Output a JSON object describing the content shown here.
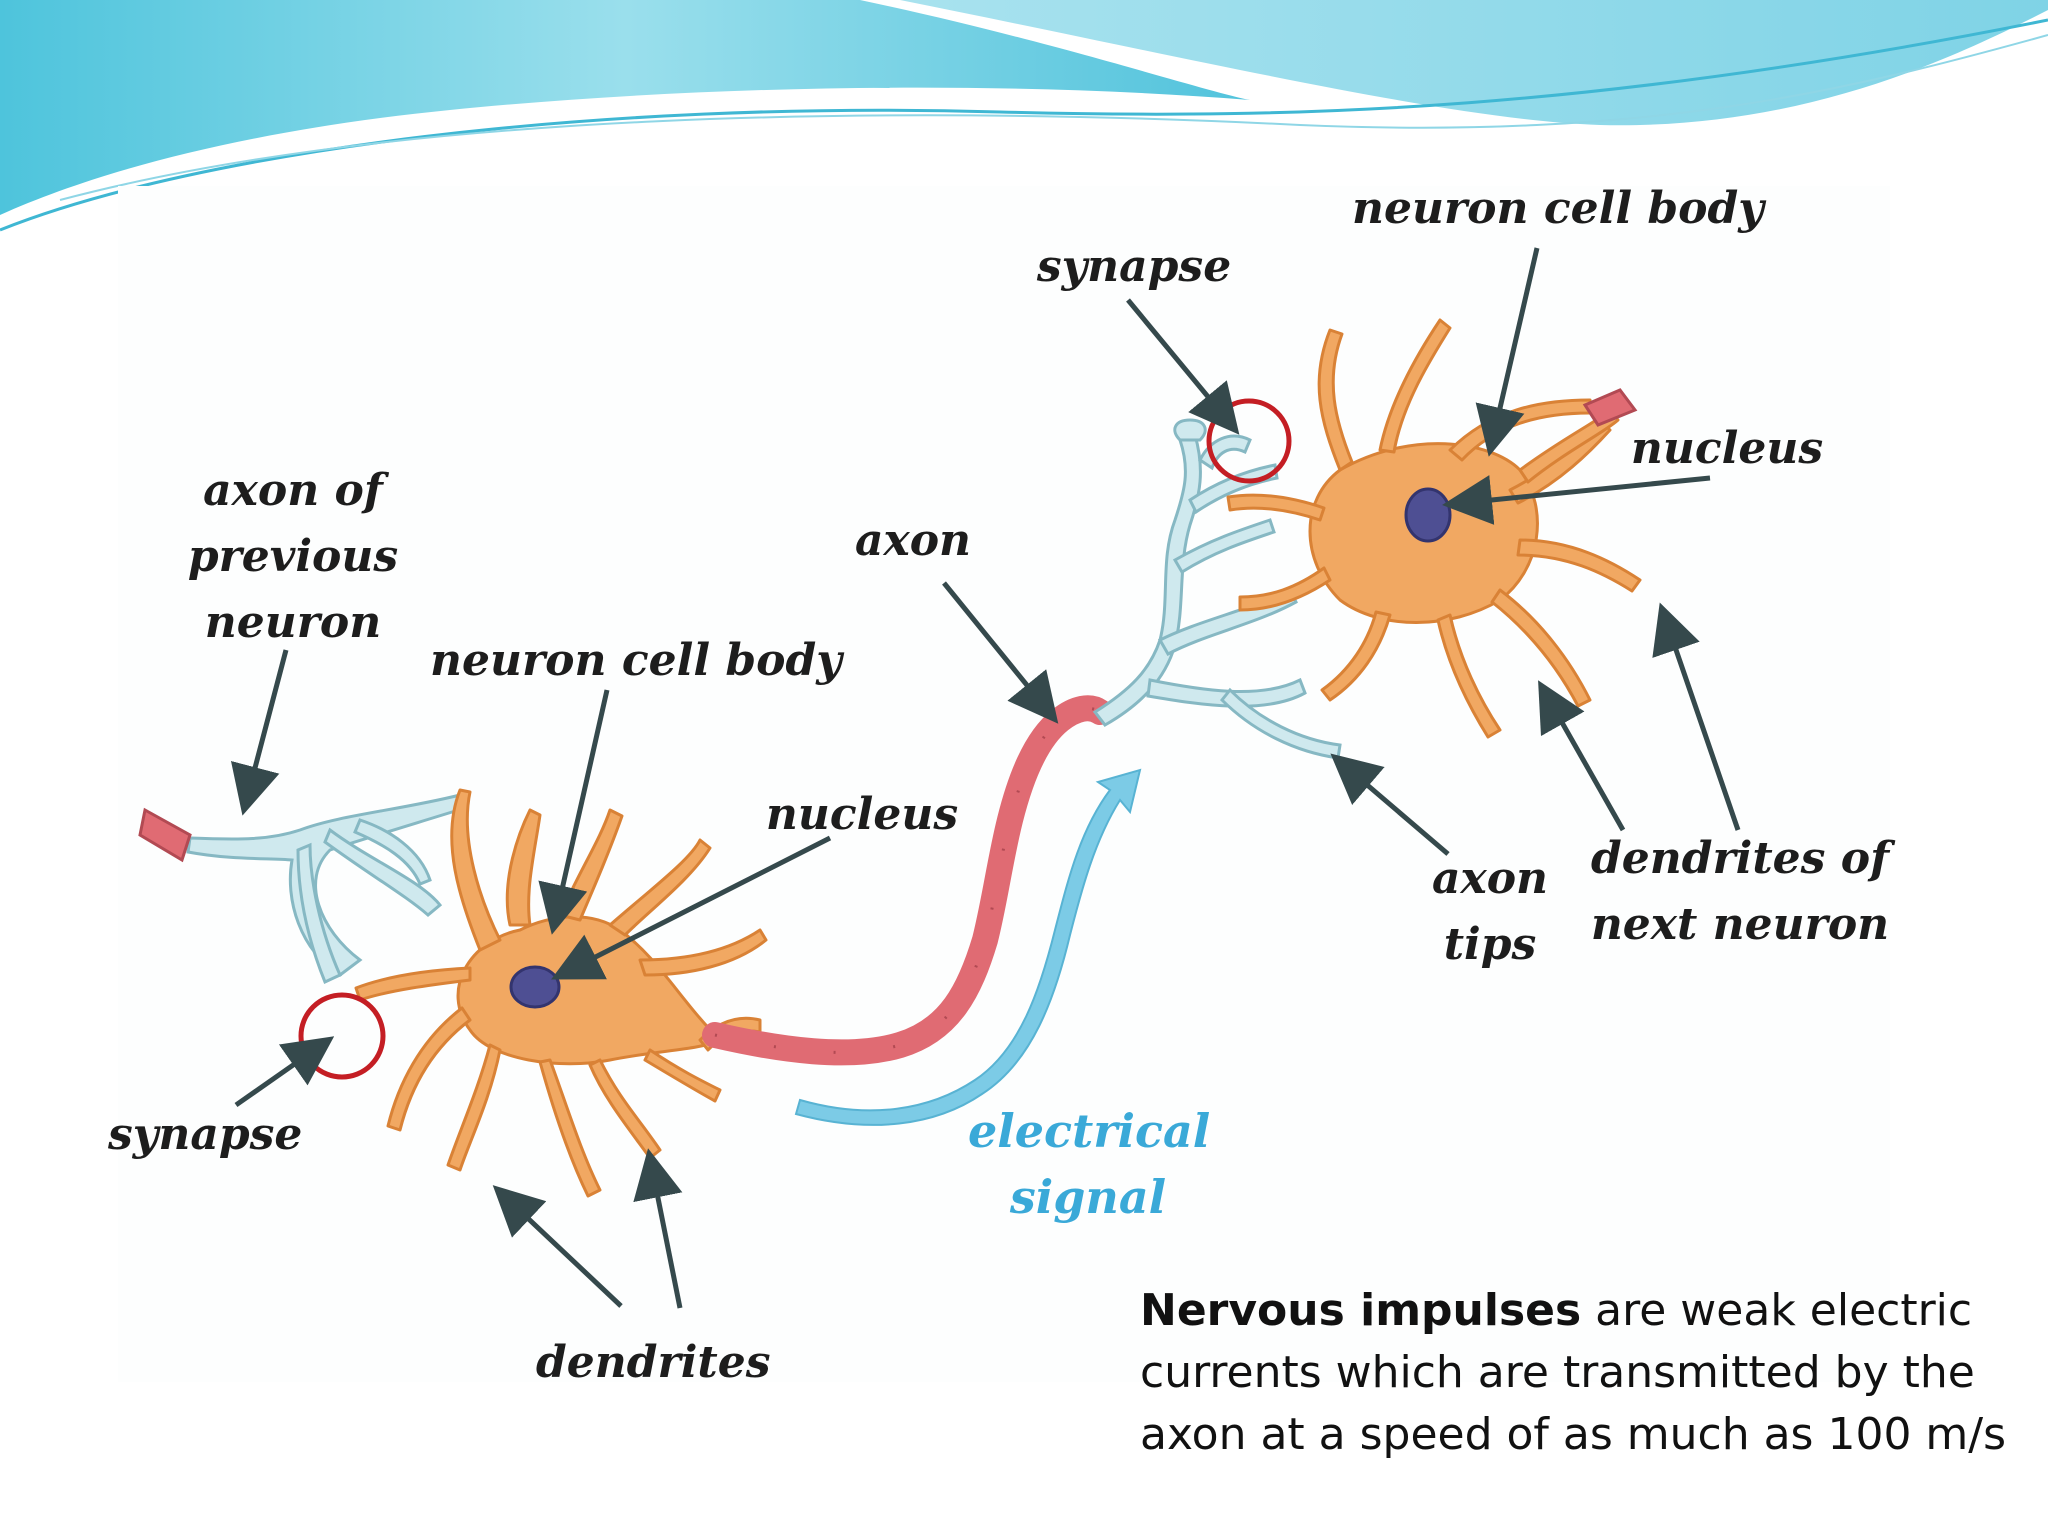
{
  "labels": {
    "axon_of_previous_neuron": [
      "axon of",
      "previous",
      "neuron"
    ],
    "neuron_cell_body_left": "neuron cell body",
    "nucleus_left": "nucleus",
    "axon": "axon",
    "synapse_left": "synapse",
    "dendrites": "dendrites",
    "electrical_signal": [
      "electrical",
      "signal"
    ],
    "synapse_right": "synapse",
    "neuron_cell_body_right": "neuron cell body",
    "nucleus_right": "nucleus",
    "axon_tips": [
      "axon",
      "tips"
    ],
    "dendrites_of_next_neuron": [
      "dendrites of",
      "next neuron"
    ]
  },
  "caption": {
    "bold": "Nervous impulses",
    "rest": " are weak electric currents which are transmitted by the axon at a speed of as much as 100 m/s"
  },
  "colors": {
    "neuron": "#f1a862",
    "neuron_outline": "#d98236",
    "nucleus": "#4e4f93",
    "axon_myelin": "#e06b73",
    "axon_tip": "#bfe3ea",
    "axon_tip_outline": "#86b8c3",
    "signal": "#7ccbe6",
    "arrow": "#35494c",
    "synapse_circle": "#c41e24",
    "header_wave_1": "#5ec8df",
    "header_wave_2": "#9fdce9"
  }
}
